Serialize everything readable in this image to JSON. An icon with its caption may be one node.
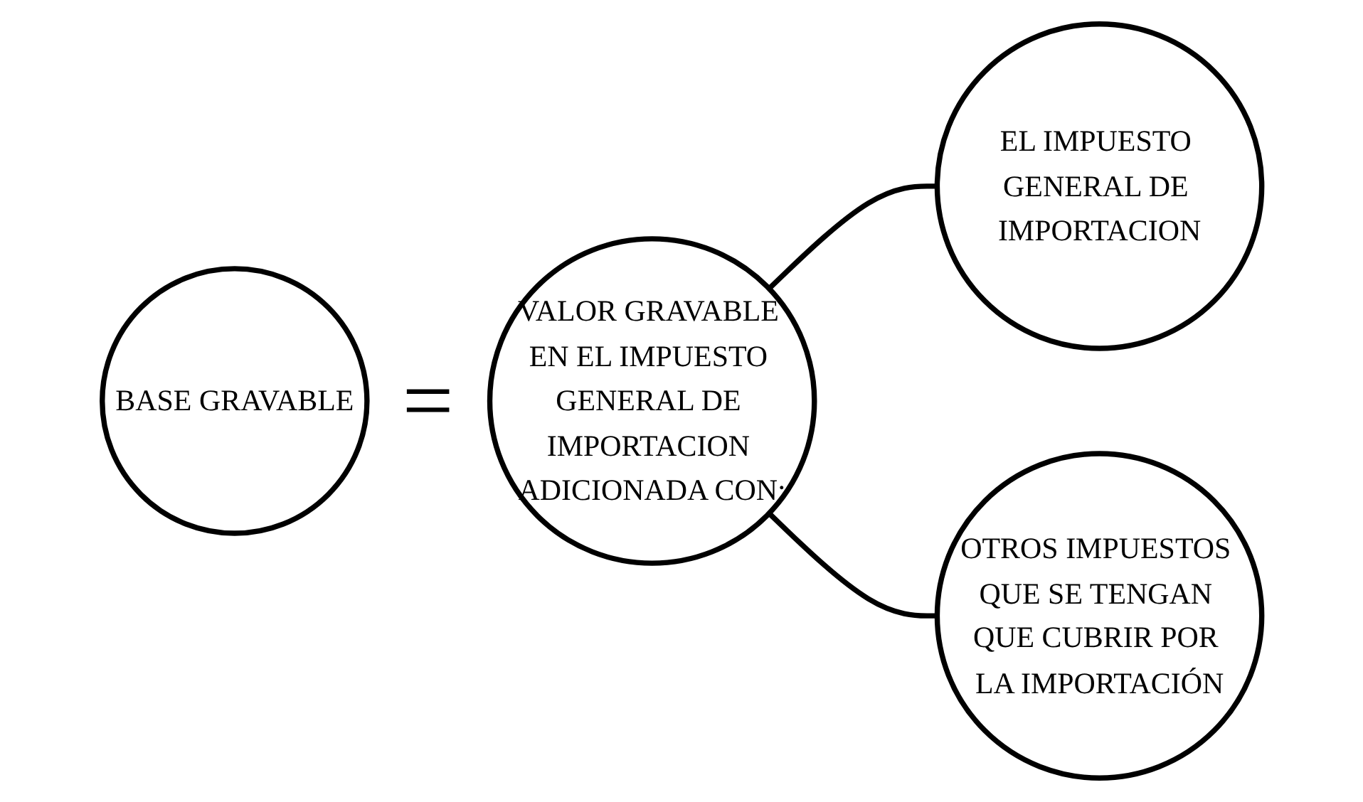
{
  "diagram": {
    "nodes": [
      {
        "text": [
          "BASE GRAVABLE"
        ]
      },
      {
        "text": [
          "VALOR GRAVABLE EN EL IMPUESTO GENERAL DE IMPORTACION ADICIONADA CON:"
        ]
      },
      {
        "text": [
          "EL IMPUESTO GENERAL DE IMPORTACION"
        ]
      },
      {
        "text": [
          "OTROS IMPUESTOS QUE SE TENGAN QUE CUBRIR POR LA IMPORTACIÓN"
        ]
      }
    ],
    "edges": [
      {
        "from": 1,
        "to": 2,
        "arrow": "none"
      },
      {
        "from": 1,
        "to": 3,
        "arrow": "none"
      }
    ],
    "labels": [
      "="
    ]
  }
}
